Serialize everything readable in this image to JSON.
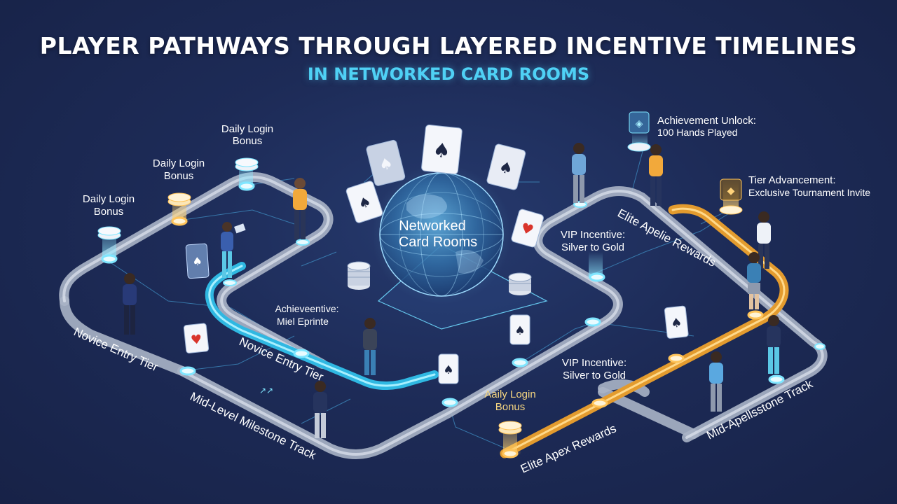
{
  "title": "PLAYER PATHWAYS THROUGH LAYERED INCENTIVE TIMELINES",
  "subtitle": "IN NETWORKED CARD ROOMS",
  "hub": {
    "line1": "Networked",
    "line2": "Card Rooms"
  },
  "tracks": {
    "novice_outer": "Novice Entry Tier",
    "novice_inner": "Novice Entry Tier",
    "mid_level": "Mid-Level Milestone Track",
    "mid_apex": "Mid-Apellsstone Track",
    "elite_upper": "Elite Apelie Rewards",
    "elite_lower": "Elite Apex Rewards"
  },
  "milestones": {
    "daily_login_1": {
      "line1": "Daily Login",
      "line2": "Bonus"
    },
    "daily_login_2": {
      "line1": "Daily Login",
      "line2": "Bonus"
    },
    "daily_login_3": {
      "line1": "Daily Login",
      "line2": "Bonus"
    },
    "daily_login_4": {
      "line1": "Aaily Login",
      "line2": "Bonus"
    },
    "achievement_mid": {
      "line1": "Achieveentive:",
      "line2": "Miel Eprinte"
    },
    "vip_upper": {
      "line1": "VIP Incentive:",
      "line2": "Silver to Gold"
    },
    "vip_lower": {
      "line1": "VIP Incentive:",
      "line2": "Silver to Gold"
    },
    "achievement_unlock": {
      "line1": "Achievement Unlock:",
      "line2": "100 Hands Played"
    },
    "tier_advancement": {
      "line1": "Tier Advancement:",
      "line2": "Exclusive Tournament Invite"
    }
  },
  "colors": {
    "background": "#1d2b57",
    "outer_track": "#c4cbd8",
    "inner_track": "#49d6f2",
    "gold_track": "#f0a93a",
    "node_glow": "#7fe6ff",
    "card_red": "#d9342b",
    "card_black": "#1e2745"
  },
  "icons": [
    "playing-card-icon",
    "chip-stack-icon",
    "globe-icon",
    "trophy-badge-icon",
    "player-figure-icon"
  ]
}
